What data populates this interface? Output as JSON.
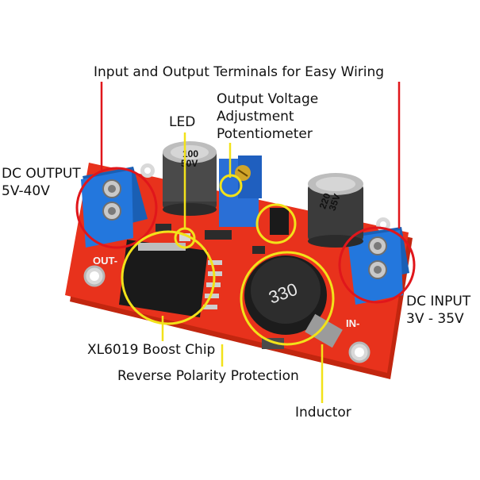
{
  "labels": {
    "terminals": "Input and Output Terminals for Easy Wiring",
    "potentiometer": "Output Voltage\nAdjustment\nPotentiometer",
    "led": "LED",
    "dc_output": "DC OUTPUT\n5V-40V",
    "dc_input": "DC INPUT\n3V - 35V",
    "chip": "XL6019 Boost Chip",
    "reverse": "Reverse Polarity Protection",
    "inductor": "Inductor"
  },
  "board": {
    "cap_left_marking": "100\n50V",
    "cap_right_marking": "220\n35V",
    "inductor_marking": "330",
    "silk_out": "OUT-",
    "silk_in": "IN-"
  },
  "colors": {
    "pcb": "#e8321c",
    "terminal": "#1f6fd1",
    "callout_red": "#e0161b",
    "callout_yellow": "#f2e21a"
  }
}
